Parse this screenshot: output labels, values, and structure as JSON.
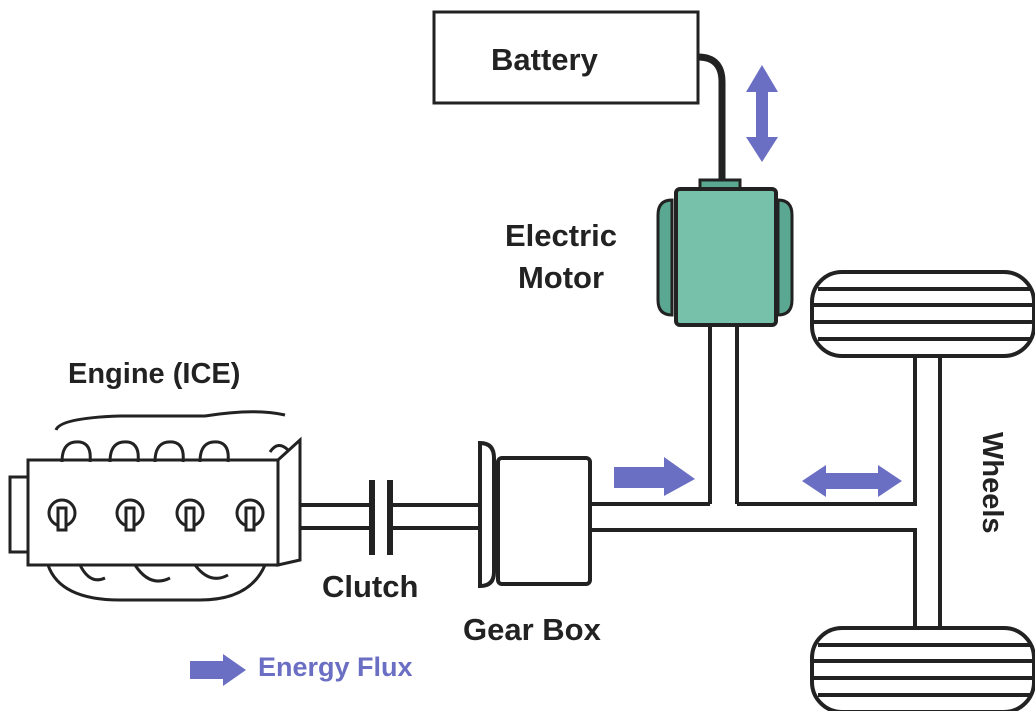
{
  "labels": {
    "battery": "Battery",
    "motor_line1": "Electric",
    "motor_line2": "Motor",
    "engine": "Engine (ICE)",
    "clutch": "Clutch",
    "gearbox": "Gear Box",
    "wheels": "Wheels",
    "legend": "Energy Flux"
  },
  "colors": {
    "line": "#222222",
    "motor_fill": "#77c0aa",
    "arrow": "#6b6fc4"
  }
}
